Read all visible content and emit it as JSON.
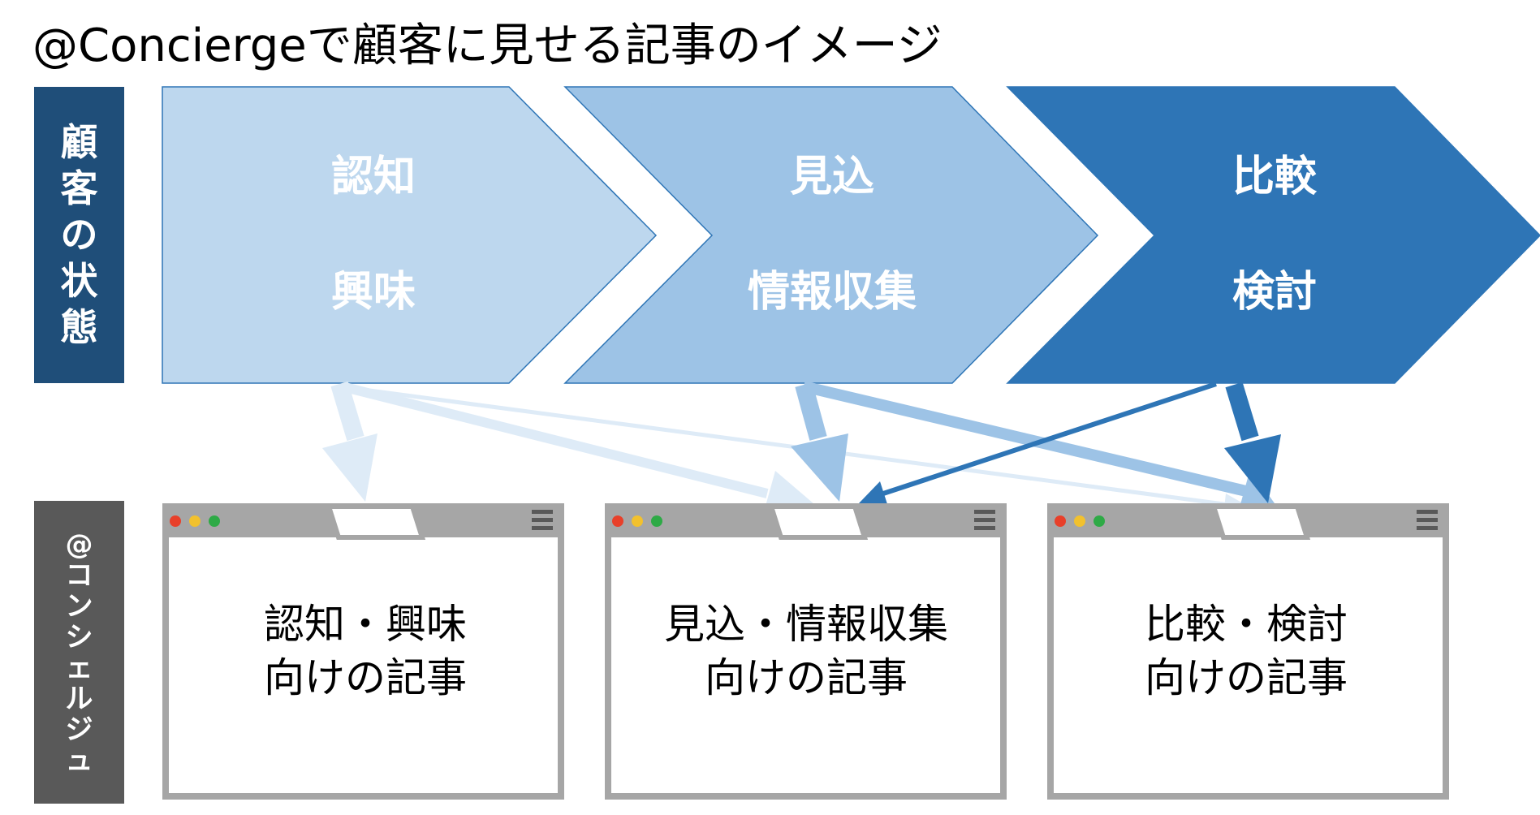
{
  "title": "@Conciergeで顧客に見せる記事のイメージ",
  "side_labels": {
    "customer_state": [
      "顧",
      "客",
      "の",
      "状",
      "態"
    ],
    "concierge": [
      "@",
      "コ",
      "ン",
      "シ",
      "ェ",
      "ル",
      "ジ",
      "ュ"
    ]
  },
  "stages": [
    {
      "line1": "認知",
      "line2": "興味",
      "color": "#bdd7ee"
    },
    {
      "line1": "見込",
      "line2": "情報収集",
      "color": "#9dc3e6"
    },
    {
      "line1": "比較",
      "line2": "検討",
      "color": "#2e75b6"
    }
  ],
  "articles": [
    {
      "line1": "認知・興味",
      "line2": "向けの記事"
    },
    {
      "line1": "見込・情報収集",
      "line2": "向けの記事"
    },
    {
      "line1": "比較・検討",
      "line2": "向けの記事"
    }
  ],
  "browser_dots": [
    "#e8402a",
    "#f2c12e",
    "#2eaa46"
  ],
  "colors": {
    "arrow_light": "#deebf7",
    "arrow_mid": "#9dc3e6",
    "arrow_dark": "#2e75b6",
    "browser_frame": "#a6a6a6",
    "menu_icon": "#595959"
  }
}
